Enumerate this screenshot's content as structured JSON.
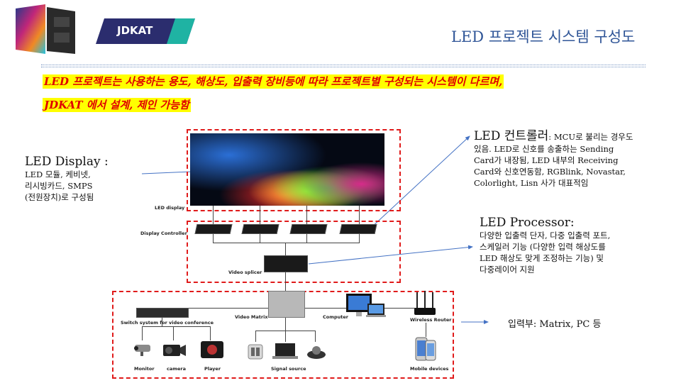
{
  "title": "LED 프로젝트 시스템 구성도",
  "logo": {
    "brand": "JDKAT"
  },
  "intro": {
    "line1": "LED 프로젝트는 사용하는 용도, 해상도, 입출력 장비등에 따라 프로젝트별 구성되는 시스템이 다르며,",
    "line2": "JDKAT 에서 설계, 제인 가능함"
  },
  "annotations": {
    "display": {
      "title": "LED Display :",
      "body": [
        "LED 모듈, 케비넷,",
        "리시빙카드, SMPS",
        "(전원장치)로 구성됨"
      ]
    },
    "controller": {
      "title": "LED 컨트롤러",
      "title_rest": ": MCU로 불리는 경우도",
      "body": [
        "있음. LED로 신호를 송출하는 Sending",
        "Card가 내장됨, LED 내부의 Receiving",
        "Card와 신호연동함, RGBlink, Novastar,",
        "Colorlight, Lisn 사가 대표적임"
      ]
    },
    "processor": {
      "title": "LED Processor:",
      "body": [
        "다양한 입출력 단자, 다중 입출력 포트,",
        "스케일러 기능 (다양한 입력 해상도를",
        "LED 해상도 맞게 조정하는 기능) 및",
        "다중레이어 지원"
      ]
    },
    "input": {
      "text": "입력부: Matrix, PC 등"
    }
  },
  "diagram_labels": {
    "led_display": "LED display",
    "display_controller": "Display Controller",
    "video_splicer": "Video splicer",
    "switch_system": "Switch system for video conference",
    "video_matrix": "Video Matrix",
    "computer": "Computer",
    "wireless_router": "Wireless Router",
    "monitor": "Monitor",
    "camera": "camera",
    "player": "Player",
    "signal_source": "Signal source",
    "mobile_devices": "Mobile devices"
  },
  "colors": {
    "title": "#2f5597",
    "highlight_bg": "#ffff00",
    "highlight_text": "#e00000",
    "dashed_box": "#e01b1b"
  }
}
